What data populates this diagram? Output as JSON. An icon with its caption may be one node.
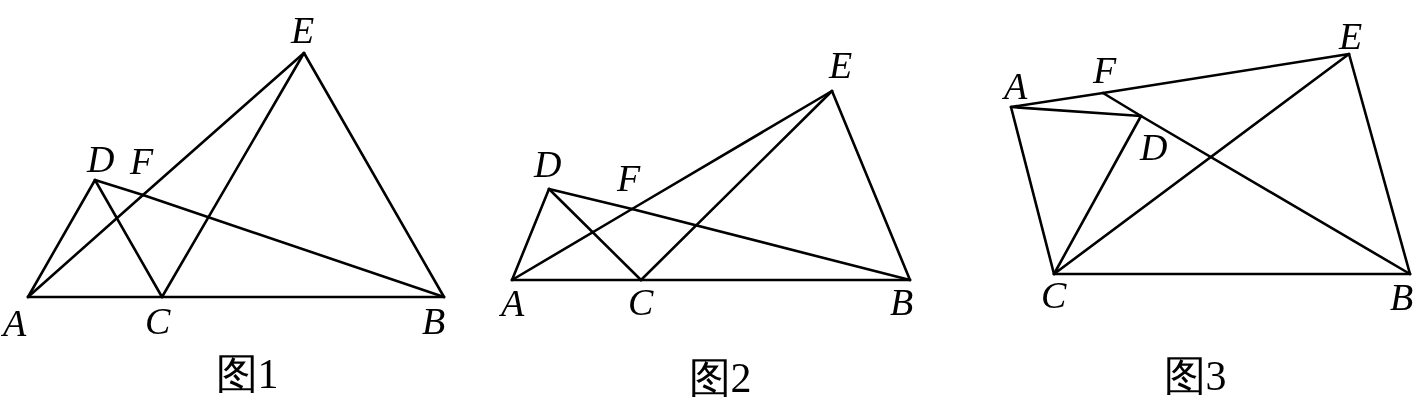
{
  "diagram": {
    "nodes": [
      {
        "text": [
          "A"
        ]
      },
      {
        "text": [
          "B"
        ]
      },
      {
        "text": [
          "C"
        ]
      },
      {
        "text": [
          "D"
        ]
      },
      {
        "text": [
          "E"
        ]
      },
      {
        "text": [
          "F"
        ]
      },
      {
        "text": [
          "A"
        ]
      },
      {
        "text": [
          "B"
        ]
      },
      {
        "text": [
          "C"
        ]
      },
      {
        "text": [
          "D"
        ]
      },
      {
        "text": [
          "E"
        ]
      },
      {
        "text": [
          "F"
        ]
      },
      {
        "text": [
          "A"
        ]
      },
      {
        "text": [
          "B"
        ]
      },
      {
        "text": [
          "C"
        ]
      },
      {
        "text": [
          "D"
        ]
      },
      {
        "text": [
          "E"
        ]
      },
      {
        "text": [
          "F"
        ]
      }
    ],
    "edges": [
      {
        "from": 0,
        "to": 2,
        "arrow": "none"
      },
      {
        "from": 2,
        "to": 1,
        "arrow": "none"
      },
      {
        "from": 0,
        "to": 3,
        "arrow": "none"
      },
      {
        "from": 3,
        "to": 2,
        "arrow": "none"
      },
      {
        "from": 3,
        "to": 5,
        "arrow": "none"
      },
      {
        "from": 5,
        "to": 1,
        "arrow": "none"
      },
      {
        "from": 0,
        "to": 5,
        "arrow": "none"
      },
      {
        "from": 5,
        "to": 4,
        "arrow": "none"
      },
      {
        "from": 2,
        "to": 4,
        "arrow": "none"
      },
      {
        "from": 4,
        "to": 1,
        "arrow": "none"
      },
      {
        "from": 6,
        "to": 8,
        "arrow": "none"
      },
      {
        "from": 8,
        "to": 7,
        "arrow": "none"
      },
      {
        "from": 6,
        "to": 9,
        "arrow": "none"
      },
      {
        "from": 9,
        "to": 8,
        "arrow": "none"
      },
      {
        "from": 9,
        "to": 11,
        "arrow": "none"
      },
      {
        "from": 11,
        "to": 7,
        "arrow": "none"
      },
      {
        "from": 6,
        "to": 11,
        "arrow": "none"
      },
      {
        "from": 11,
        "to": 10,
        "arrow": "none"
      },
      {
        "from": 8,
        "to": 10,
        "arrow": "none"
      },
      {
        "from": 10,
        "to": 7,
        "arrow": "none"
      },
      {
        "from": 12,
        "to": 17,
        "arrow": "none"
      },
      {
        "from": 17,
        "to": 16,
        "arrow": "none"
      },
      {
        "from": 12,
        "to": 15,
        "arrow": "none"
      },
      {
        "from": 17,
        "to": 15,
        "arrow": "none"
      },
      {
        "from": 15,
        "to": 13,
        "arrow": "none"
      },
      {
        "from": 14,
        "to": 12,
        "arrow": "none"
      },
      {
        "from": 14,
        "to": 15,
        "arrow": "none"
      },
      {
        "from": 14,
        "to": 16,
        "arrow": "none"
      },
      {
        "from": 14,
        "to": 13,
        "arrow": "none"
      },
      {
        "from": 16,
        "to": 13,
        "arrow": "none"
      }
    ],
    "labels": [
      "图1",
      "图2",
      "图3"
    ]
  }
}
